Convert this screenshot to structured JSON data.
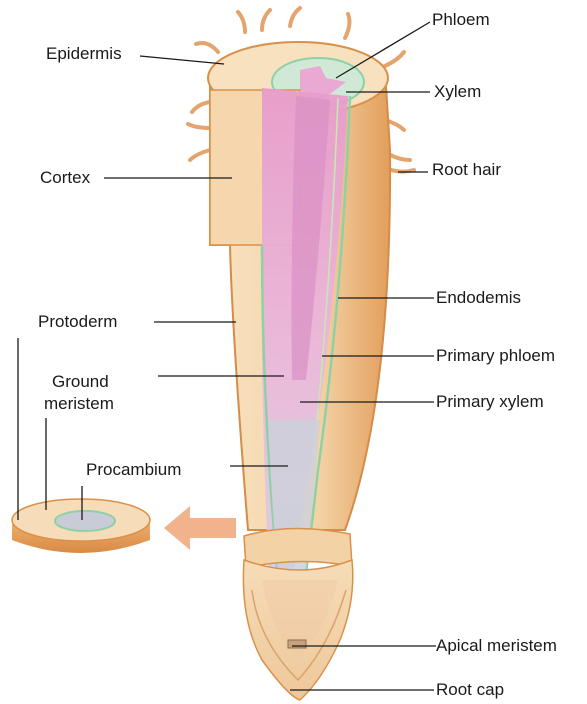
{
  "labels": {
    "phloem": "Phloem",
    "epidermis": "Epidermis",
    "xylem": "Xylem",
    "root_hair": "Root hair",
    "cortex": "Cortex",
    "endodermis": "Endodemis",
    "protoderm": "Protoderm",
    "primary_phloem": "Primary phloem",
    "ground_meristem_line1": "Ground",
    "ground_meristem_line2": "meristem",
    "primary_xylem": "Primary xylem",
    "procambium": "Procambium",
    "apical_meristem": "Apical meristem",
    "root_cap": "Root cap"
  },
  "colors": {
    "cortex_fill": "#f6dcb4",
    "cortex_shade": "#e8b57a",
    "epidermis_edge": "#d9914a",
    "vascular_pink": "#eab7d9",
    "vascular_pink_dark": "#d98fc4",
    "endodermis_green": "#8fd1a6",
    "procambium_gray": "#c9ccd6",
    "arrow": "#f2b28c",
    "leader_line": "#1a1a1a"
  }
}
